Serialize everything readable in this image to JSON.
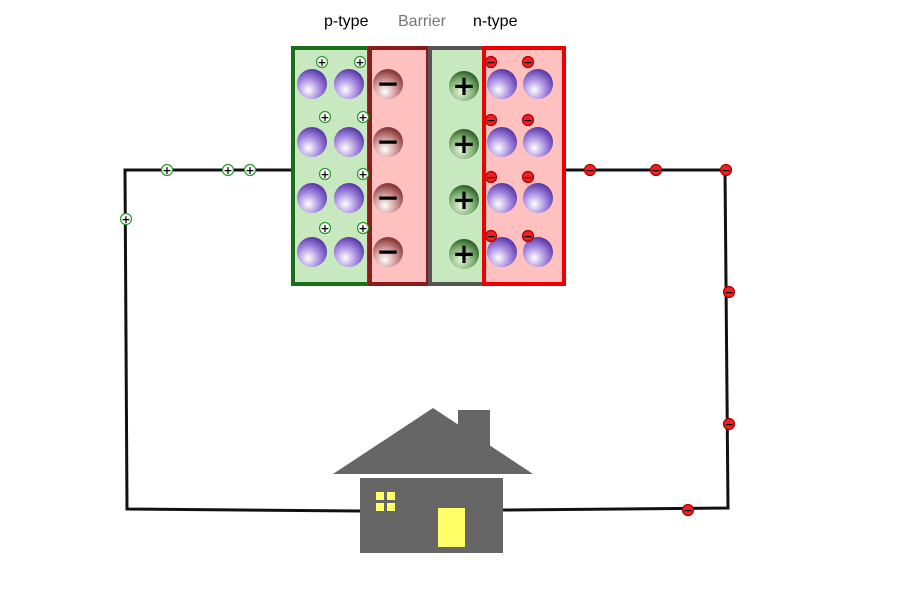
{
  "labels": {
    "p_type": "p-type",
    "barrier": "Barrier",
    "n_type": "n-type"
  },
  "colors": {
    "p_region_fill": "#c8e8c0",
    "p_region_border": "#1a6e1a",
    "neg_barrier_fill": "#ffc0c0",
    "neg_barrier_border": "#8b1a1a",
    "pos_barrier_fill": "#c8e8c0",
    "pos_barrier_border": "#555555",
    "n_region_fill": "#ffc0c0",
    "n_region_border": "#ee0000",
    "atom": "#7a5cc8",
    "negative_ion": "#9a4a4a",
    "positive_ion": "#3e7a3a",
    "hole_charge": "#2a9a2a",
    "electron_charge": "#ee2222",
    "wire": "#111111",
    "house": "#666666",
    "window_light": "#ffff66",
    "barrier_label": "#777777"
  },
  "symbols": {
    "plus": "+",
    "minus": "−"
  },
  "icons": {
    "load": "house-icon"
  }
}
